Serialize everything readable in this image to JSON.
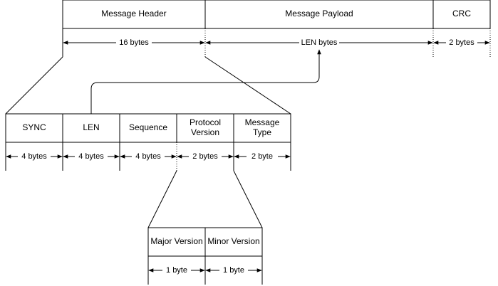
{
  "message": {
    "fields": [
      {
        "label": "Message Header",
        "size": "16 bytes"
      },
      {
        "label": "Message Payload",
        "size": "LEN bytes"
      },
      {
        "label": "CRC",
        "size": "2 bytes"
      }
    ]
  },
  "header": {
    "fields": [
      {
        "label": "SYNC",
        "size": "4 bytes"
      },
      {
        "label": "LEN",
        "size": "4 bytes"
      },
      {
        "label": "Sequence",
        "size": "4 bytes"
      },
      {
        "label": "Protocol Version",
        "label_lines": [
          "Protocol",
          "Version"
        ],
        "size": "2 bytes"
      },
      {
        "label": "Message Type",
        "label_lines": [
          "Message",
          "Type"
        ],
        "size": "2 byte"
      }
    ]
  },
  "protocol_version": {
    "fields": [
      {
        "label": "Major Version",
        "size": "1 byte"
      },
      {
        "label": "Minor Version",
        "size": "1 byte"
      }
    ]
  }
}
